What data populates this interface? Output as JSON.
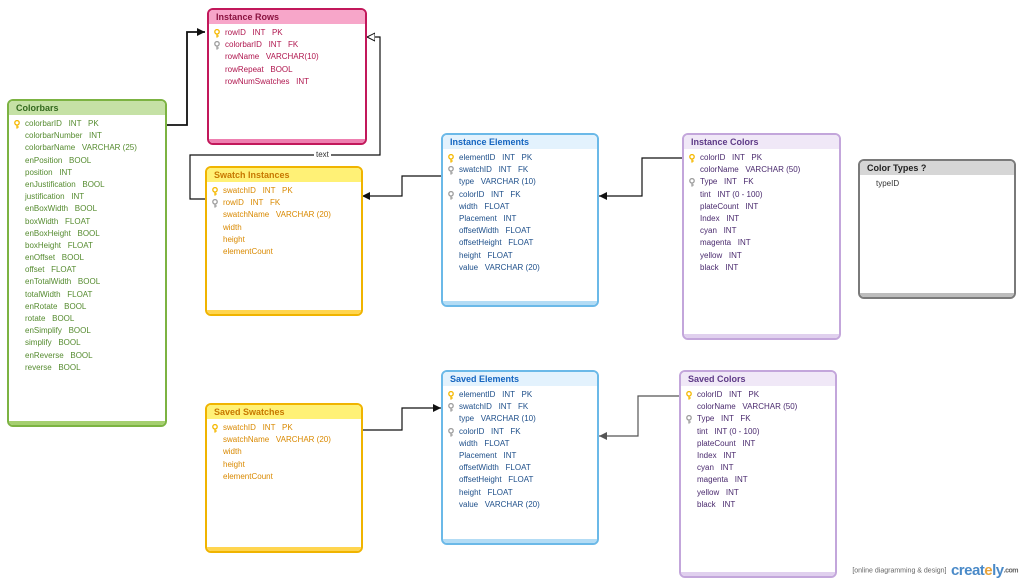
{
  "entities": {
    "instance_rows": {
      "title": "Instance Rows",
      "fields": [
        {
          "text": "rowID   INT   PK",
          "key": "pk"
        },
        {
          "text": "colorbarID   INT   FK",
          "key": "fk"
        },
        {
          "text": "rowName   VARCHAR(10)",
          "key": ""
        },
        {
          "text": "rowRepeat   BOOL",
          "key": ""
        },
        {
          "text": "rowNumSwatches   INT",
          "key": ""
        }
      ]
    },
    "colorbars": {
      "title": "Colorbars",
      "fields": [
        {
          "text": "colorbarID   INT   PK",
          "key": "pk"
        },
        {
          "text": "colorbarNumber   INT",
          "key": ""
        },
        {
          "text": "colorbarName   VARCHAR (25)",
          "key": ""
        },
        {
          "text": "enPosition   BOOL",
          "key": ""
        },
        {
          "text": "position   INT",
          "key": ""
        },
        {
          "text": "enJustification   BOOL",
          "key": ""
        },
        {
          "text": "justification   INT",
          "key": ""
        },
        {
          "text": "enBoxWidth   BOOL",
          "key": ""
        },
        {
          "text": "boxWidth   FLOAT",
          "key": ""
        },
        {
          "text": "enBoxHeight   BOOL",
          "key": ""
        },
        {
          "text": "boxHeight   FLOAT",
          "key": ""
        },
        {
          "text": "enOffset   BOOL",
          "key": ""
        },
        {
          "text": "offset   FLOAT",
          "key": ""
        },
        {
          "text": "enTotalWidth   BOOL",
          "key": ""
        },
        {
          "text": "totalWidth   FLOAT",
          "key": ""
        },
        {
          "text": "enRotate   BOOL",
          "key": ""
        },
        {
          "text": "rotate   BOOL",
          "key": ""
        },
        {
          "text": "enSimplify   BOOL",
          "key": ""
        },
        {
          "text": "simplify   BOOL",
          "key": ""
        },
        {
          "text": "enReverse   BOOL",
          "key": ""
        },
        {
          "text": "reverse   BOOL",
          "key": ""
        }
      ]
    },
    "swatch_instances": {
      "title": "Swatch Instances",
      "fields": [
        {
          "text": "swatchID   INT   PK",
          "key": "pk"
        },
        {
          "text": "rowID   INT   FK",
          "key": "fk"
        },
        {
          "text": "swatchName   VARCHAR (20)",
          "key": ""
        },
        {
          "text": "width",
          "key": ""
        },
        {
          "text": "height",
          "key": ""
        },
        {
          "text": "elementCount",
          "key": ""
        }
      ]
    },
    "instance_elements": {
      "title": "Instance Elements",
      "fields": [
        {
          "text": "elementID   INT   PK",
          "key": "pk"
        },
        {
          "text": "swatchID   INT   FK",
          "key": "fk"
        },
        {
          "text": "type   VARCHAR (10)",
          "key": ""
        },
        {
          "text": "colorID   INT   FK",
          "key": "fk"
        },
        {
          "text": "width   FLOAT",
          "key": ""
        },
        {
          "text": "Placement   INT",
          "key": ""
        },
        {
          "text": "offsetWidth   FLOAT",
          "key": ""
        },
        {
          "text": "offsetHeight   FLOAT",
          "key": ""
        },
        {
          "text": "height   FLOAT",
          "key": ""
        },
        {
          "text": "value   VARCHAR (20)",
          "key": ""
        }
      ]
    },
    "instance_colors": {
      "title": "Instance Colors",
      "fields": [
        {
          "text": "colorID   INT   PK",
          "key": "pk"
        },
        {
          "text": "colorName   VARCHAR (50)",
          "key": ""
        },
        {
          "text": "Type   INT   FK",
          "key": "fk"
        },
        {
          "text": "tint   INT (0 - 100)",
          "key": ""
        },
        {
          "text": "plateCount   INT",
          "key": ""
        },
        {
          "text": "Index   INT",
          "key": ""
        },
        {
          "text": "cyan   INT",
          "key": ""
        },
        {
          "text": "magenta   INT",
          "key": ""
        },
        {
          "text": "yellow   INT",
          "key": ""
        },
        {
          "text": "black   INT",
          "key": ""
        }
      ]
    },
    "color_types": {
      "title": "Color Types ?",
      "fields": [
        {
          "text": "typeID",
          "key": ""
        }
      ]
    },
    "saved_swatches": {
      "title": "Saved Swatches",
      "fields": [
        {
          "text": "swatchID   INT   PK",
          "key": "pk"
        },
        {
          "text": "swatchName   VARCHAR (20)",
          "key": ""
        },
        {
          "text": "width",
          "key": ""
        },
        {
          "text": "height",
          "key": ""
        },
        {
          "text": "elementCount",
          "key": ""
        }
      ]
    },
    "saved_elements": {
      "title": "Saved Elements",
      "fields": [
        {
          "text": "elementID   INT   PK",
          "key": "pk"
        },
        {
          "text": "swatchID   INT   FK",
          "key": "fk"
        },
        {
          "text": "type   VARCHAR (10)",
          "key": ""
        },
        {
          "text": "colorID   INT   FK",
          "key": "fk"
        },
        {
          "text": "width   FLOAT",
          "key": ""
        },
        {
          "text": "Placement   INT",
          "key": ""
        },
        {
          "text": "offsetWidth   FLOAT",
          "key": ""
        },
        {
          "text": "offsetHeight   FLOAT",
          "key": ""
        },
        {
          "text": "height   FLOAT",
          "key": ""
        },
        {
          "text": "value   VARCHAR (20)",
          "key": ""
        }
      ]
    },
    "saved_colors": {
      "title": "Saved Colors",
      "fields": [
        {
          "text": "colorID   INT   PK",
          "key": "pk"
        },
        {
          "text": "colorName   VARCHAR (50)",
          "key": ""
        },
        {
          "text": "Type   INT   FK",
          "key": "fk"
        },
        {
          "text": "tint   INT (0 - 100)",
          "key": ""
        },
        {
          "text": "plateCount   INT",
          "key": ""
        },
        {
          "text": "Index   INT",
          "key": ""
        },
        {
          "text": "cyan   INT",
          "key": ""
        },
        {
          "text": "magenta   INT",
          "key": ""
        },
        {
          "text": "yellow   INT",
          "key": ""
        },
        {
          "text": "black   INT",
          "key": ""
        }
      ]
    }
  },
  "themes": {
    "pink": {
      "border": "#c2185b",
      "header": "#f7a6c9",
      "title": "#8a1340",
      "text": "#b0174f",
      "foot": "#ee7fb0"
    },
    "green": {
      "border": "#7cb342",
      "header": "#c5e1a5",
      "title": "#33691e",
      "text": "#558b2f",
      "foot": "#a5cf6f"
    },
    "yellow": {
      "border": "#f0b400",
      "header": "#fff176",
      "title": "#c77800",
      "text": "#d98900",
      "foot": "#ffd54f"
    },
    "blue": {
      "border": "#6bb9e8",
      "header": "#e3f2fd",
      "title": "#1565c0",
      "text": "#1e4f8a",
      "foot": "#b3dcf5"
    },
    "purple": {
      "border": "#c3a6db",
      "header": "#f0e8f7",
      "title": "#5e3a87",
      "text": "#4a2a6e",
      "foot": "#e0d0ee"
    },
    "gray": {
      "border": "#7a7a7a",
      "header": "#d6d6d6",
      "title": "#222222",
      "text": "#333333",
      "foot": "#bdbdbd"
    }
  },
  "key_colors": {
    "pk": "#f5b800",
    "fk": "#9e9e9e"
  },
  "connector_label": "text",
  "branding": {
    "tagline": "[online diagramming & design]",
    "logo_main": "creat",
    "logo_dot": "e",
    "logo_end": "ly",
    "logo_suffix": ".com"
  }
}
